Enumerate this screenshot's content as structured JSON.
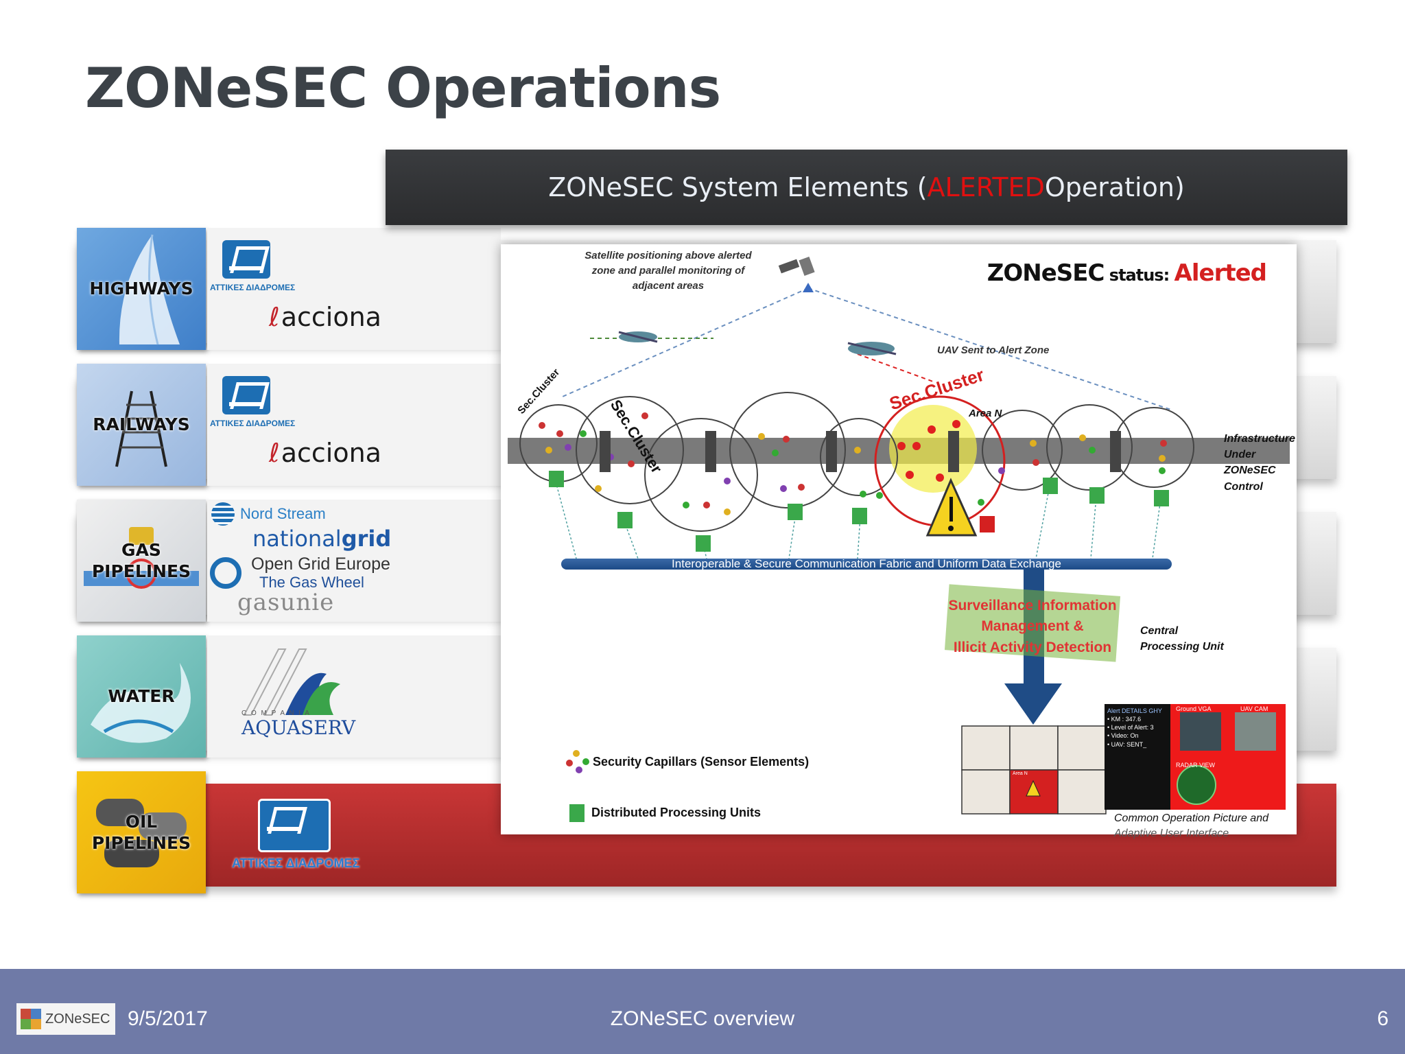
{
  "slide": {
    "title": "ZONeSEC Operations"
  },
  "sectors": [
    {
      "label": "HIGHWAYS",
      "logos": [
        "ΑΤΤΙΚΕΣ ΔΙΑΔΡΟΜΕΣ",
        "acciona"
      ]
    },
    {
      "label": "RAILWAYS",
      "logos": [
        "ΑΤΤΙΚΕΣ ΔΙΑΔΡΟΜΕΣ",
        "acciona"
      ]
    },
    {
      "label": "GAS\nPIPELINES",
      "logos": [
        "Nord Stream",
        "national",
        "grid",
        "Open Grid Europe",
        "The Gas Wheel",
        "gasunie"
      ]
    },
    {
      "label": "WATER",
      "logos": [
        "AQUASERV",
        "C O M P A N I A"
      ]
    },
    {
      "label": "OIL\nPIPELINES",
      "logos": [
        "ΑΤΤΙΚΕΣ ΔΙΑΔΡΟΜΕΣ"
      ]
    }
  ],
  "diagram": {
    "header_prefix": "ZONeSEC System Elements (",
    "header_alert": "ALERTED",
    "header_suffix": " Operation)",
    "status_label": "ZONeSEC",
    "status_word": " status: ",
    "status_value": "Alerted",
    "satellite_note_1": "Satellite positioning above alerted",
    "satellite_note_2": "zone and parallel monitoring of",
    "satellite_note_3": "adjacent areas",
    "uav_note": "UAV Sent to Alert Zone",
    "sec_cluster_1": "Sec.Cluster",
    "sec_cluster_2": "Sec.Cluster",
    "sec_cluster_3": "Sec.Cluster",
    "area_label": "Area N",
    "infra_1": "Infrastructure",
    "infra_2": "Under ZONeSEC",
    "infra_3": "Control",
    "fabric_label": "Interoperable & Secure Communication Fabric and Uniform Data Exchange",
    "sim_1": "Surveillance Information",
    "sim_2": "Management &",
    "sim_3": "Illicit Activity Detection",
    "cpu_1": "Central",
    "cpu_2": "Processing Unit",
    "legend_capillars": "Security Capillars (Sensor Elements)",
    "legend_dpu": "Distributed Processing Units",
    "cop_1": "Common Operation Picture and",
    "cop_2": "Adaptive User Interface",
    "cop_details_title": "Alert DETAILS GHY",
    "cop_km": "• KM : 347.6",
    "cop_level": "• Level of Alert: 3",
    "cop_video": "• Video: On",
    "cop_uav": "• UAV: SENT_",
    "cop_ground": "Ground VGA",
    "cop_uavcam": "UAV CAM",
    "cop_radar": "RADAR VIEW",
    "cop_area": "Area N"
  },
  "footer": {
    "logo_text": "ZONeSEC",
    "date": "9/5/2017",
    "center": "ZONeSEC overview",
    "page": "6"
  },
  "colors": {
    "title": "#3c4248",
    "alert": "#e01010",
    "footer_bg": "#6f7aa7",
    "oil_row": "#b52e2e"
  }
}
